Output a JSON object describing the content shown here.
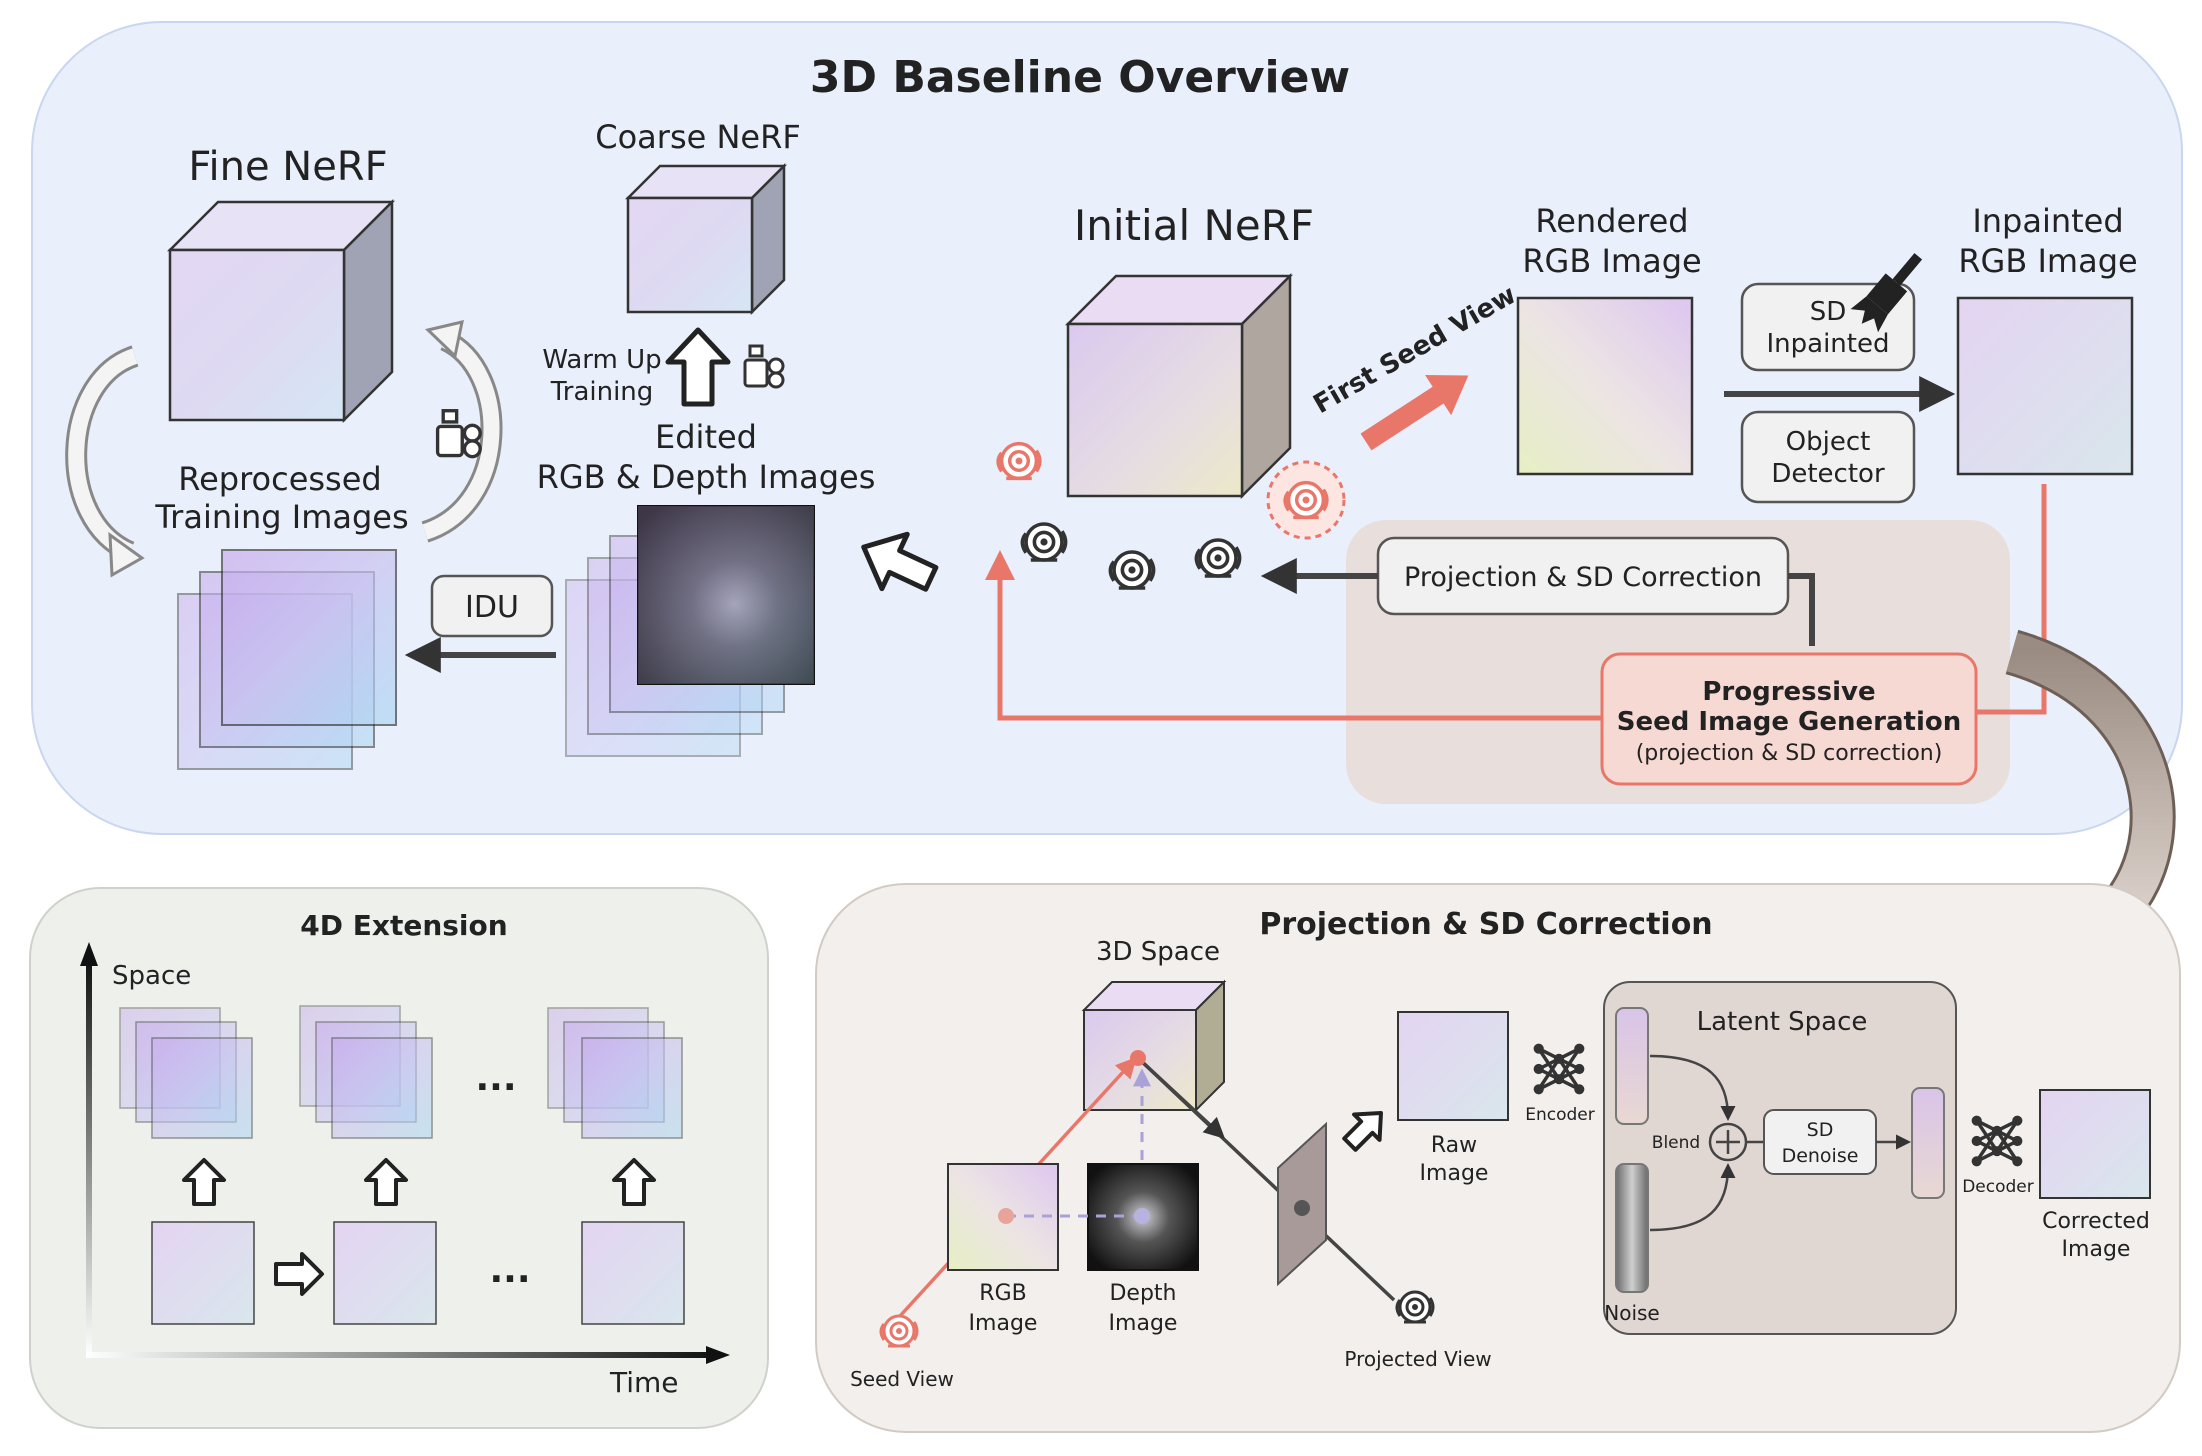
{
  "baseline": {
    "title": "3D Baseline Overview",
    "fine_nerf": "Fine NeRF",
    "coarse_nerf": "Coarse NeRF",
    "warm_up_1": "Warm Up",
    "warm_up_2": "Training",
    "edited_1": "Edited",
    "edited_2": "RGB & Depth Images",
    "reprocessed_1": "Reprocessed",
    "reprocessed_2": "Training Images",
    "idu": "IDU",
    "initial_nerf": "Initial NeRF",
    "first_seed_view": "First Seed View",
    "rendered_1": "Rendered",
    "rendered_2": "RGB Image",
    "inpainted_1": "Inpainted",
    "inpainted_2": "RGB Image",
    "sd_inpainted_1": "SD",
    "sd_inpainted_2": "Inpainted",
    "object_detector_1": "Object",
    "object_detector_2": "Detector",
    "proj_sd_box": "Projection & SD Correction",
    "progressive_1": "Progressive",
    "progressive_2": "Seed Image Generation",
    "progressive_3": "(projection & SD correction)"
  },
  "extension4d": {
    "title": "4D Extension",
    "space": "Space",
    "time": "Time",
    "ellipsis": "..."
  },
  "projection": {
    "title": "Projection & SD Correction",
    "space3d": "3D Space",
    "raw_1": "Raw",
    "raw_2": "Image",
    "encoder": "Encoder",
    "latent_space": "Latent Space",
    "blend": "Blend",
    "sd_denoise_1": "SD",
    "sd_denoise_2": "Denoise",
    "noise": "Noise",
    "decoder": "Decoder",
    "corrected_1": "Corrected",
    "corrected_2": "Image",
    "rgb_1": "RGB",
    "rgb_2": "Image",
    "depth_1": "Depth",
    "depth_2": "Image",
    "seed_view": "Seed View",
    "projected_view": "Projected View"
  },
  "colors": {
    "accent_red": "#e8776a",
    "baseline_bg": "#e9effb",
    "bottom_bg": "#f2efec",
    "left_bg": "#eef0ec"
  }
}
